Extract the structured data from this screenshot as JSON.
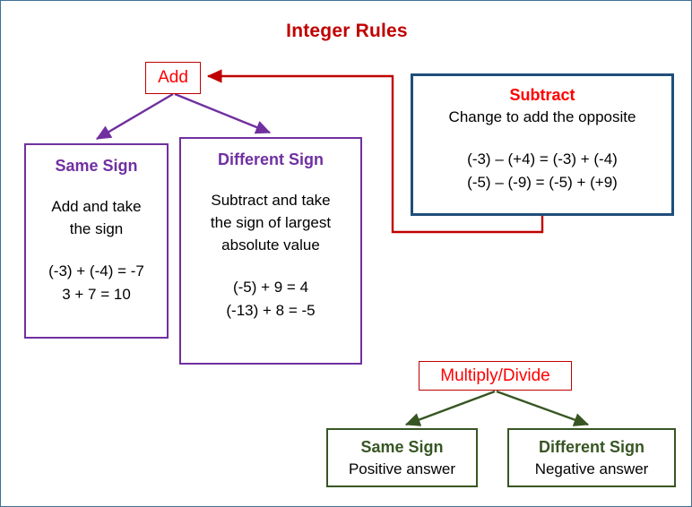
{
  "title": "Integer Rules",
  "colors": {
    "title_red": "#c00000",
    "label_red": "#ff0000",
    "purple": "#7030a0",
    "navy": "#1f4e79",
    "green": "#375623",
    "frame": "#3f6f96",
    "text": "#000000"
  },
  "add": {
    "label": "Add"
  },
  "add_same_sign": {
    "heading": "Same Sign",
    "rule_line1": "Add and take",
    "rule_line2": "the sign",
    "example1": "(-3) + (-4) = -7",
    "example2": "3 + 7 = 10"
  },
  "add_diff_sign": {
    "heading": "Different Sign",
    "rule_line1": "Subtract and take",
    "rule_line2": "the sign of largest",
    "rule_line3": "absolute value",
    "example1": "(-5) + 9 = 4",
    "example2": "(-13) + 8 = -5"
  },
  "subtract": {
    "heading": "Subtract",
    "rule": "Change to add the opposite",
    "example1": "(-3) – (+4) = (-3) + (-4)",
    "example2": "(-5) – (-9) = (-5) + (+9)"
  },
  "multiply_divide": {
    "label": "Multiply/Divide"
  },
  "mul_same_sign": {
    "heading": "Same Sign",
    "result": "Positive answer"
  },
  "mul_diff_sign": {
    "heading": "Different Sign",
    "result": "Negative answer"
  }
}
